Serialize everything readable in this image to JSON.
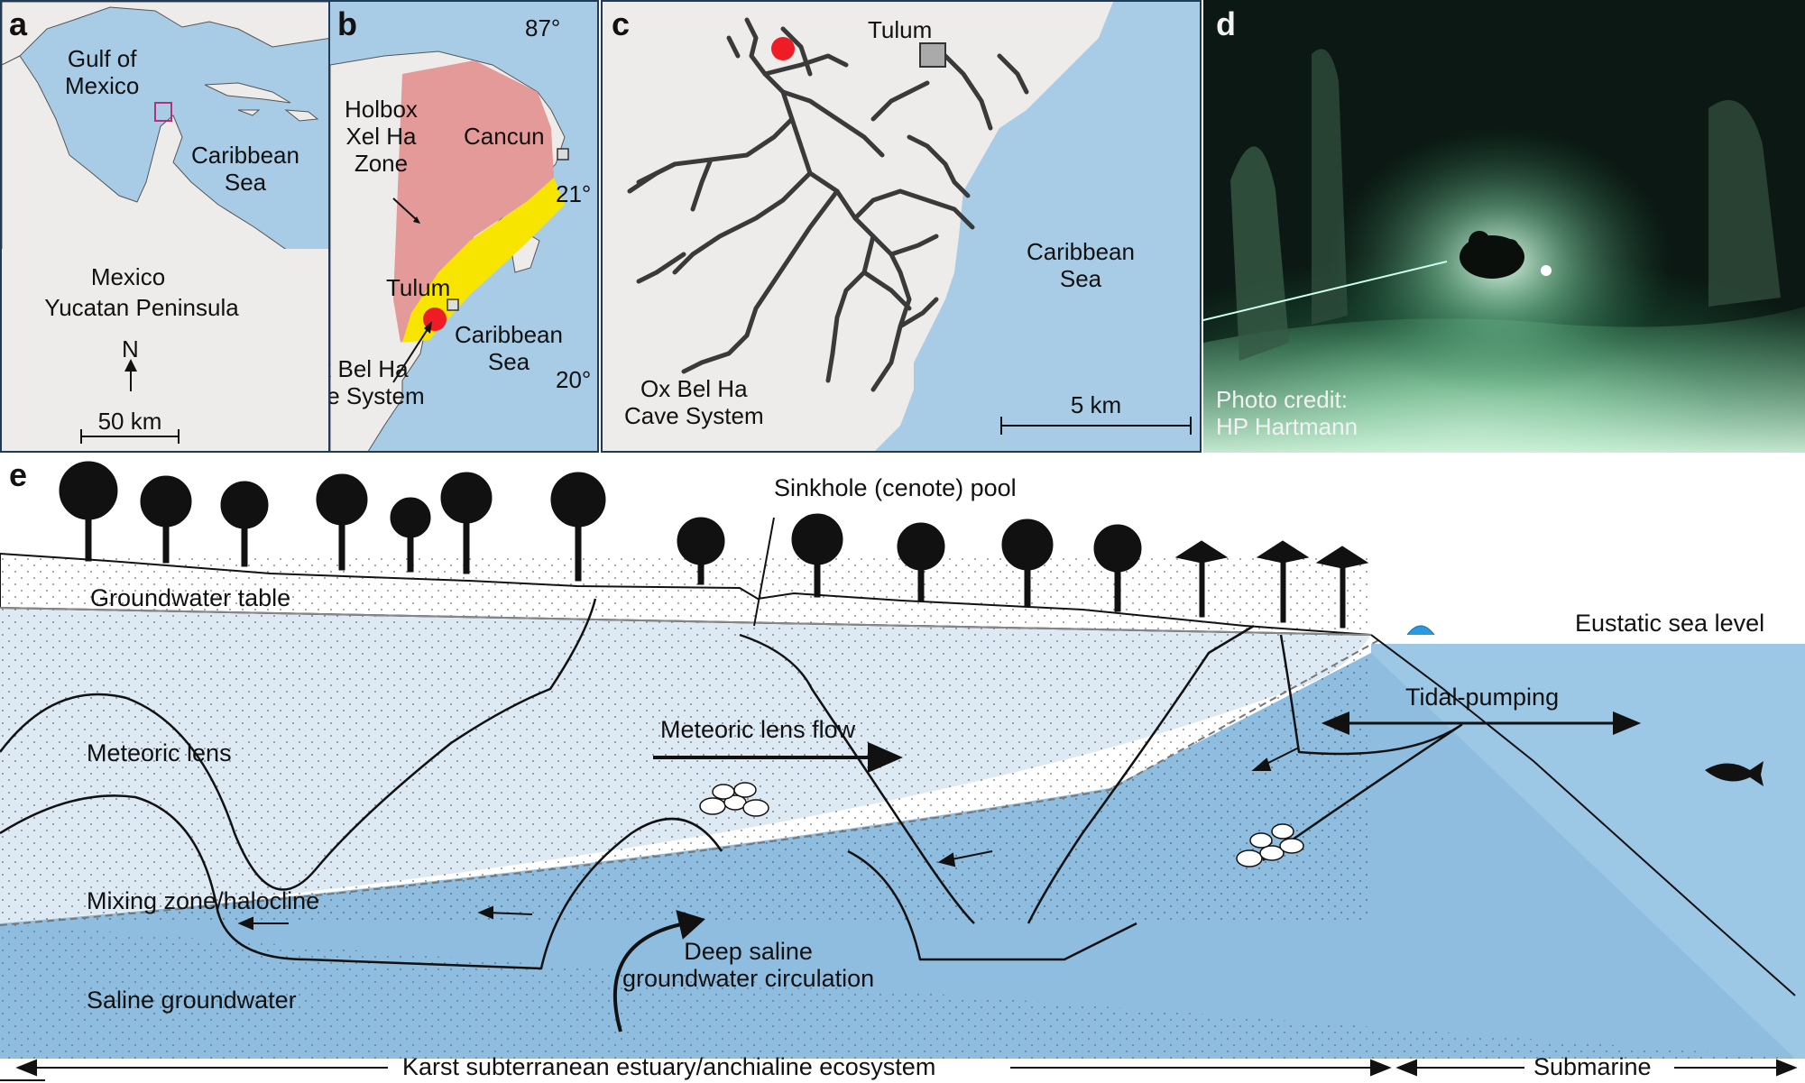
{
  "panels": {
    "a": {
      "label": "a",
      "gulf": "Gulf of\nMexico",
      "caribbean": "Caribbean\nSea"
    },
    "ab_lower": {
      "country": "Mexico",
      "peninsula": "Yucatan Peninsula",
      "north": "N",
      "scale": "50 km"
    },
    "b": {
      "label": "b",
      "lon": "87°",
      "lat21": "21°",
      "lat20": "20°",
      "zone": "Holbox\nXel Ha\nZone",
      "cancun": "Cancun",
      "tulum": "Tulum",
      "cave": "Ox Bel Ha\nCave System",
      "sea": "Caribbean\nSea"
    },
    "c": {
      "label": "c",
      "tulum": "Tulum",
      "sea": "Caribbean\nSea",
      "cave": "Ox Bel Ha\nCave System",
      "scale": "5 km"
    },
    "d": {
      "label": "d",
      "credit": "Photo credit:\nHP Hartmann"
    },
    "e": {
      "label": "e",
      "sinkhole": "Sinkhole (cenote) pool",
      "groundwater_table": "Groundwater table",
      "eustatic": "Eustatic sea level",
      "tidal": "Tidal-pumping",
      "meteoric_lens": "Meteoric lens",
      "meteoric_flow": "Meteoric lens flow",
      "mixing": "Mixing zone/halocline",
      "deep": "Deep saline\ngroundwater circulation",
      "saline": "Saline groundwater",
      "karst": "Karst subterranean estuary/anchialine ecosystem",
      "submarine": "Submarine"
    }
  },
  "colors": {
    "ocean": "#a8cce6",
    "land": "#eeecea",
    "zone_pink": "#e59a9a",
    "zone_yellow": "#f7e500",
    "marker_red": "#ee1c25",
    "cave_dark": "#3a3a3a",
    "meteoric": "#dde9f3",
    "saline": "#8fbddf",
    "sea": "#9cc8e6"
  }
}
